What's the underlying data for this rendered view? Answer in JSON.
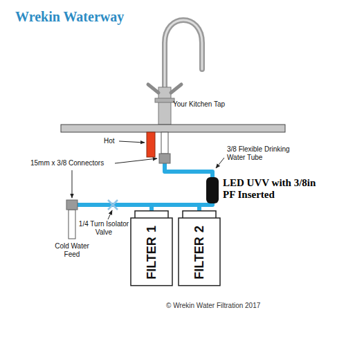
{
  "diagram": {
    "title": "Wrekin Waterway",
    "caption": "© Wrekin Water Filtration 2017",
    "nodes": [
      {
        "text": [
          "FILTER",
          "1"
        ]
      },
      {
        "text": [
          "FILTER",
          "2"
        ]
      },
      {
        "text": [
          "LED UVV with 3/8in PF Inserted"
        ]
      }
    ],
    "edges": [
      {
        "from": 0,
        "to": 1,
        "arrow": "none"
      },
      {
        "from": 1,
        "to": 2,
        "arrow": "none"
      }
    ],
    "labels": [
      "Your Kitchen Tap",
      "Hot",
      "15mm x 3/8 Connectors",
      "3/8 Flexible Drinking Water Tube",
      "Cold Water Feed",
      "1/4 Turn Isolator Valve"
    ]
  }
}
